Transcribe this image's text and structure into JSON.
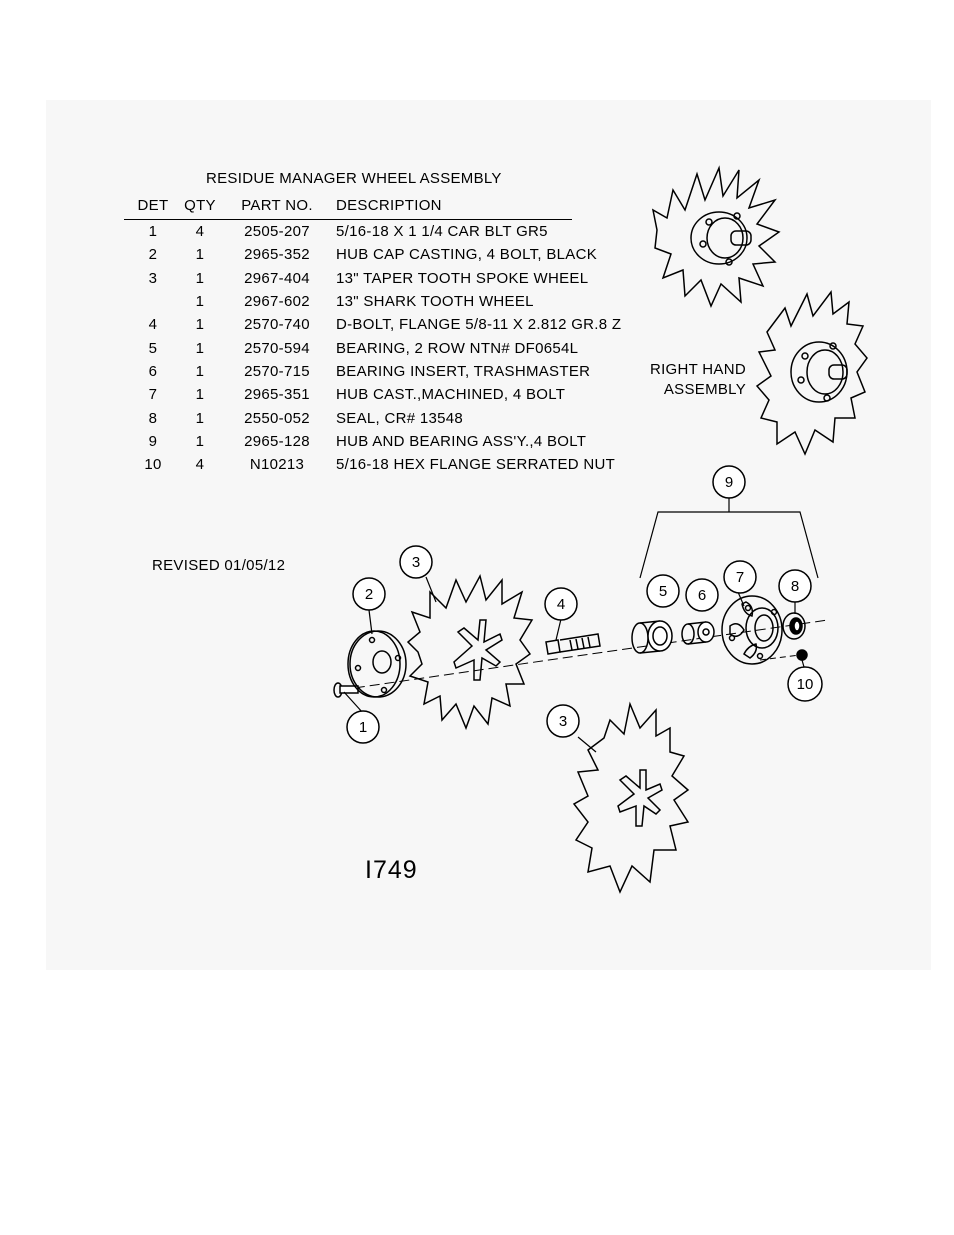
{
  "title": "RESIDUE MANAGER WHEEL ASSEMBLY",
  "columns": {
    "det": "DET",
    "qty": "QTY",
    "part": "PART NO.",
    "desc": "DESCRIPTION"
  },
  "rows": [
    {
      "det": "1",
      "qty": "4",
      "part": "2505-207",
      "desc": "5/16-18 X 1 1/4 CAR BLT GR5"
    },
    {
      "det": "2",
      "qty": "1",
      "part": "2965-352",
      "desc": "HUB CAP CASTING, 4 BOLT, BLACK"
    },
    {
      "det": "3",
      "qty": "1",
      "part": "2967-404",
      "desc": "13\" TAPER TOOTH SPOKE WHEEL"
    },
    {
      "det": "",
      "qty": "1",
      "part": "2967-602",
      "desc": "13\" SHARK TOOTH WHEEL"
    },
    {
      "det": "4",
      "qty": "1",
      "part": "2570-740",
      "desc": "D-BOLT, FLANGE 5/8-11 X 2.812 GR.8 Z"
    },
    {
      "det": "5",
      "qty": "1",
      "part": "2570-594",
      "desc": "BEARING, 2 ROW NTN# DF0654L"
    },
    {
      "det": "6",
      "qty": "1",
      "part": "2570-715",
      "desc": "BEARING INSERT, TRASHMASTER"
    },
    {
      "det": "7",
      "qty": "1",
      "part": "2965-351",
      "desc": "HUB CAST.,MACHINED, 4 BOLT"
    },
    {
      "det": "8",
      "qty": "1",
      "part": "2550-052",
      "desc": "SEAL, CR# 13548"
    },
    {
      "det": "9",
      "qty": "1",
      "part": "2965-128",
      "desc": "HUB AND BEARING ASS'Y.,4 BOLT"
    },
    {
      "det": "10",
      "qty": "4",
      "part": "N10213",
      "desc": "5/16-18 HEX FLANGE SERRATED NUT"
    }
  ],
  "revised": "REVISED 01/05/12",
  "right_hand": {
    "line1": "RIGHT HAND",
    "line2": "ASSEMBLY"
  },
  "drawing_number": "I749",
  "balloons": {
    "b1": "1",
    "b2": "2",
    "b3a": "3",
    "b3b": "3",
    "b4": "4",
    "b5": "5",
    "b6": "6",
    "b7": "7",
    "b8": "8",
    "b9": "9",
    "b10": "10"
  }
}
